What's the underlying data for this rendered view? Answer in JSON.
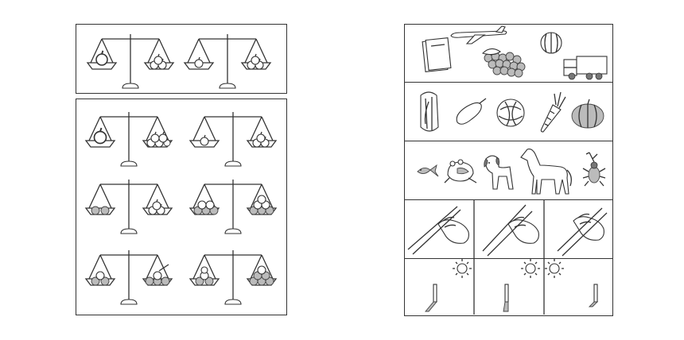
{
  "worksheet": {
    "left_page": {
      "top_box": {
        "scales": 2
      },
      "bottom_box": {
        "scale_rows": 3,
        "scales_per_row": 2
      }
    },
    "right_page": {
      "rows": [
        {
          "name": "objects",
          "items": [
            "book-icon",
            "airplane-icon",
            "grapes-icon",
            "watermelon-icon",
            "truck-icon"
          ]
        },
        {
          "name": "vegetables",
          "items": [
            "chinese-cabbage-icon",
            "sweet-potato-icon",
            "cabbage-icon",
            "carrot-icon",
            "pumpkin-icon"
          ]
        },
        {
          "name": "animals",
          "items": [
            "goldfish-icon",
            "frog-icon",
            "dog-icon",
            "horse-icon",
            "beetle-icon"
          ]
        },
        {
          "name": "chopsticks",
          "items": [
            "hand-chopsticks-icon",
            "hand-chopsticks-icon",
            "hand-chopsticks-icon"
          ]
        },
        {
          "name": "sun-shadow",
          "items": [
            "sun-icon",
            "sun-icon",
            "sun-icon",
            "stick-shadow-icon"
          ]
        }
      ]
    },
    "colors": {
      "line": "#333333",
      "shade": "#bbbbbb",
      "paper": "#ffffff"
    }
  }
}
